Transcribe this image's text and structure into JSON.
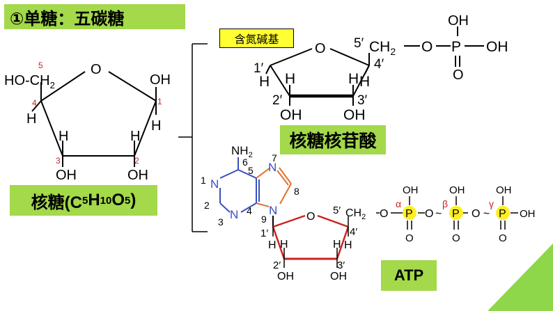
{
  "title": "①单糖：五碳糖",
  "ribose_label": "核糖(C5H10O5)",
  "nucleotide_label": "核糖核苷酸",
  "base_label": "含氮碱基",
  "atp_label": "ATP",
  "ribose": {
    "ho_ch2": "HO",
    "ch2": "CH",
    "o": "O",
    "oh_c1": "OH",
    "h_c1": "H",
    "h_c4": "H",
    "h_c3": "H",
    "h_c2": "H",
    "oh_c3": "OH",
    "oh_c2": "OH",
    "num_5": "5",
    "num_4": "4",
    "num_3": "3",
    "num_2": "2",
    "num_1": "1"
  },
  "nucleotide": {
    "c5_prime": "5′",
    "ch2": "CH",
    "o_link": "O",
    "p": "P",
    "oh_top": "OH",
    "oh_right": "OH",
    "o_double": "O",
    "ring_o": "O",
    "c4_prime": "4′",
    "c1_prime": "1′",
    "h_c1": "H",
    "h_c4": "H",
    "c2_prime": "2′",
    "c3_prime": "3′",
    "h_c2": "H",
    "h_c3": "H",
    "oh_c2": "OH",
    "oh_c3": "OH"
  },
  "atp": {
    "nh2": "NH",
    "n6": "6",
    "n7": "N",
    "num_7": "7",
    "num_5": "5",
    "num_1": "1",
    "n1": "N",
    "num_8": "8",
    "num_2": "2",
    "num_4": "4",
    "n3": "N",
    "num_3": "3",
    "num_9": "9",
    "n9": "N",
    "c5_prime": "5′",
    "ch2": "CH",
    "ring_o": "O",
    "o1": "O",
    "o2": "O",
    "o3": "O",
    "p1": "P",
    "p2": "P",
    "p3": "P",
    "alpha": "α",
    "beta": "β",
    "gamma": "γ",
    "oh1": "OH",
    "oh2": "OH",
    "oh3": "OH",
    "oh_end": "OH",
    "od1": "O",
    "od2": "O",
    "od3": "O",
    "tilde1": "~",
    "tilde2": "~",
    "c4_prime": "4′",
    "c1_prime": "1′",
    "h_c1": "H",
    "h_c4": "H",
    "c2_prime": "2′",
    "c3_prime": "3′",
    "h_c2": "H",
    "h_c3": "H",
    "oh_c2": "OH",
    "oh_c3": "OH"
  },
  "colors": {
    "label_green": "#a3d94a",
    "base_yellow": "#ffff33",
    "purine_orange": "#e07030",
    "ribose_red": "#cc2222",
    "phosphate_yellow": "#ffee22",
    "corner_green": "#8ed64a"
  }
}
